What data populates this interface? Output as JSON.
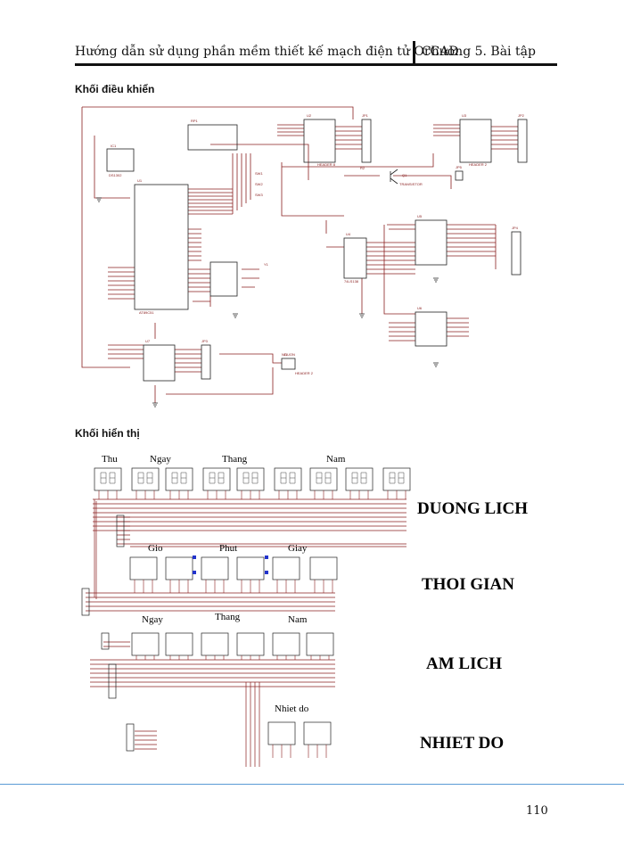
{
  "header": {
    "left_title": "Hướng dẫn sử dụng phần mềm thiết kế mạch điện tử OrCAD",
    "right_title": "Chương 5. Bài tập"
  },
  "sections": {
    "control_title": "Khối điều khiển",
    "display_title": "Khối hiển thị"
  },
  "control_schematic": {
    "parts": [
      "IC1",
      "U1",
      "RP1",
      "U2",
      "JP1",
      "U3",
      "JP2",
      "Q1",
      "U4",
      "U5",
      "U6",
      "JP4",
      "U7",
      "JP3",
      "Y1",
      "SW1",
      "SW2",
      "SW3",
      "R2",
      "JP5",
      "J1"
    ],
    "part_values": [
      "DS1302",
      "AT89C51",
      "HEADER 8",
      "HEADER 2",
      "TRANSISTOR",
      "74LS138",
      "HEADER 2",
      "NGUON"
    ]
  },
  "display_schematic": {
    "group_labels": [
      "Thu",
      "Ngay",
      "Thang",
      "Nam",
      "Gio",
      "Phut",
      "Giay",
      "Ngay",
      "Thang",
      "Nam",
      "Nhiet do"
    ],
    "block_labels": [
      "DUONG LICH",
      "THOI GIAN",
      "AM LICH",
      "NHIET DO"
    ]
  },
  "colors": {
    "wire": "#8a2020",
    "footer_rule": "#5a9bd5",
    "led_blue": "#2233cc"
  },
  "page_number": "110"
}
